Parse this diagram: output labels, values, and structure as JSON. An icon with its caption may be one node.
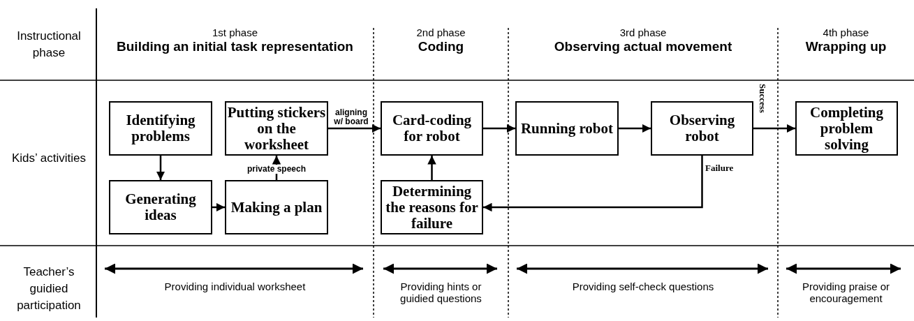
{
  "diagram": {
    "nodes": [
      {
        "text": [
          "Identifying problems"
        ]
      },
      {
        "text": [
          "Putting stickers on the worksheet"
        ]
      },
      {
        "text": [
          "Generating ideas"
        ]
      },
      {
        "text": [
          "Making a plan"
        ]
      },
      {
        "text": [
          "Card-coding for robot"
        ]
      },
      {
        "text": [
          "Determining the reasons for failure"
        ]
      },
      {
        "text": [
          "Running robot"
        ]
      },
      {
        "text": [
          "Observing robot"
        ]
      },
      {
        "text": [
          "Completing problem solving"
        ]
      }
    ],
    "edges": [
      {
        "from": 0,
        "to": 2,
        "arrow": "to"
      },
      {
        "from": 2,
        "to": 3,
        "arrow": "to"
      },
      {
        "from": 3,
        "to": 1,
        "arrow": "to",
        "label": "private speech"
      },
      {
        "from": 1,
        "to": 4,
        "arrow": "to",
        "label": "aligning w/ board"
      },
      {
        "from": 5,
        "to": 4,
        "arrow": "to"
      },
      {
        "from": 4,
        "to": 6,
        "arrow": "to"
      },
      {
        "from": 6,
        "to": 7,
        "arrow": "to"
      },
      {
        "from": 7,
        "to": 8,
        "arrow": "to",
        "label": "Success"
      },
      {
        "from": 7,
        "to": 5,
        "arrow": "to",
        "label": "Failure"
      }
    ],
    "labels": [
      "Instructional phase",
      "1st phase",
      "Building an initial task representation",
      "2nd phase",
      "Coding",
      "3rd phase",
      "Observing actual movement",
      "4th phase",
      "Wrapping up",
      "Kids’ activities",
      "Teacher’s guidied participation",
      "Providing individual worksheet",
      "Providing hints or guidied questions",
      "Providing self-check questions",
      "Providing praise or encouragement"
    ]
  }
}
